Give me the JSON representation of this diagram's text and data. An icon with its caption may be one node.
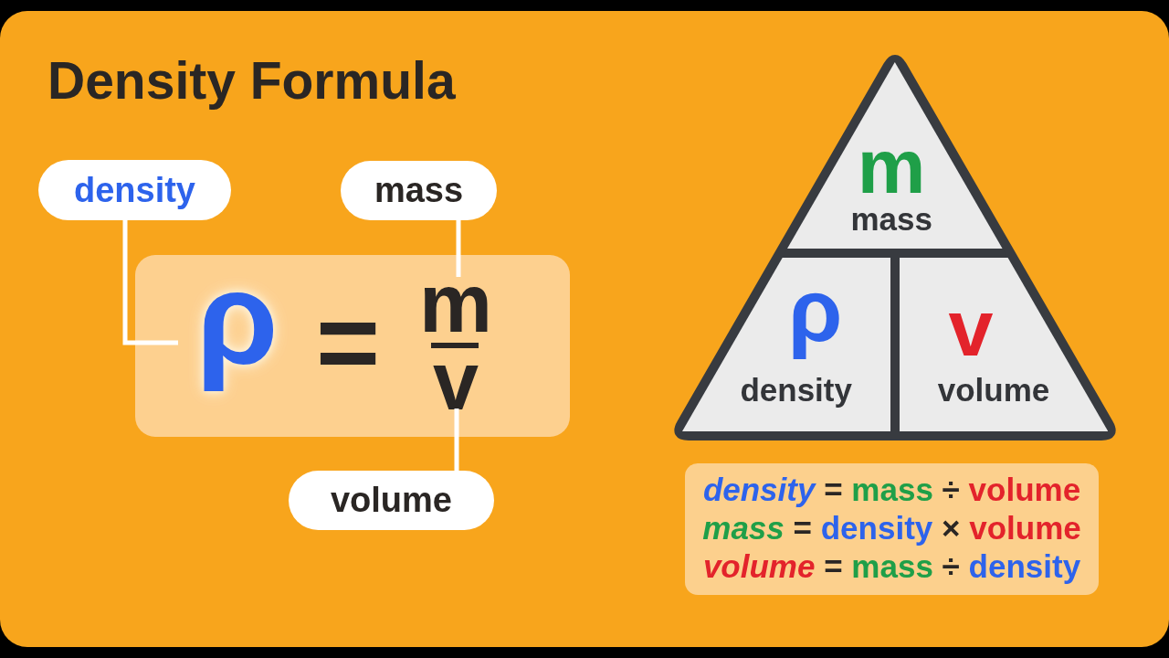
{
  "diagram": {
    "title": "Density Formula",
    "nodes": [
      {
        "text": [
          "density"
        ]
      },
      {
        "text": [
          "mass"
        ]
      },
      {
        "text": [
          "="
        ]
      },
      {
        "text": [
          "ρ"
        ],
        "in": 2
      },
      {
        "text": [
          "m"
        ],
        "in": 2
      },
      {
        "text": [
          "v"
        ],
        "in": 2
      },
      {
        "text": [
          "volume"
        ]
      },
      {
        "text": [],
        "shape": "triangle"
      },
      {
        "text": [
          "m",
          "mass"
        ],
        "in": 7
      },
      {
        "text": [
          "ρ",
          "density"
        ],
        "in": 7
      },
      {
        "text": [
          "v",
          "volume"
        ],
        "in": 7
      },
      {
        "text": [
          "*density* = mass ÷ volume",
          "*mass* = density × volume",
          "*volume* = mass ÷ density"
        ]
      }
    ],
    "edges": [
      {
        "from": 0,
        "to": 3,
        "arrow": "none"
      },
      {
        "from": 1,
        "to": 4,
        "arrow": "none"
      },
      {
        "from": 6,
        "to": 5,
        "arrow": "none"
      }
    ]
  }
}
